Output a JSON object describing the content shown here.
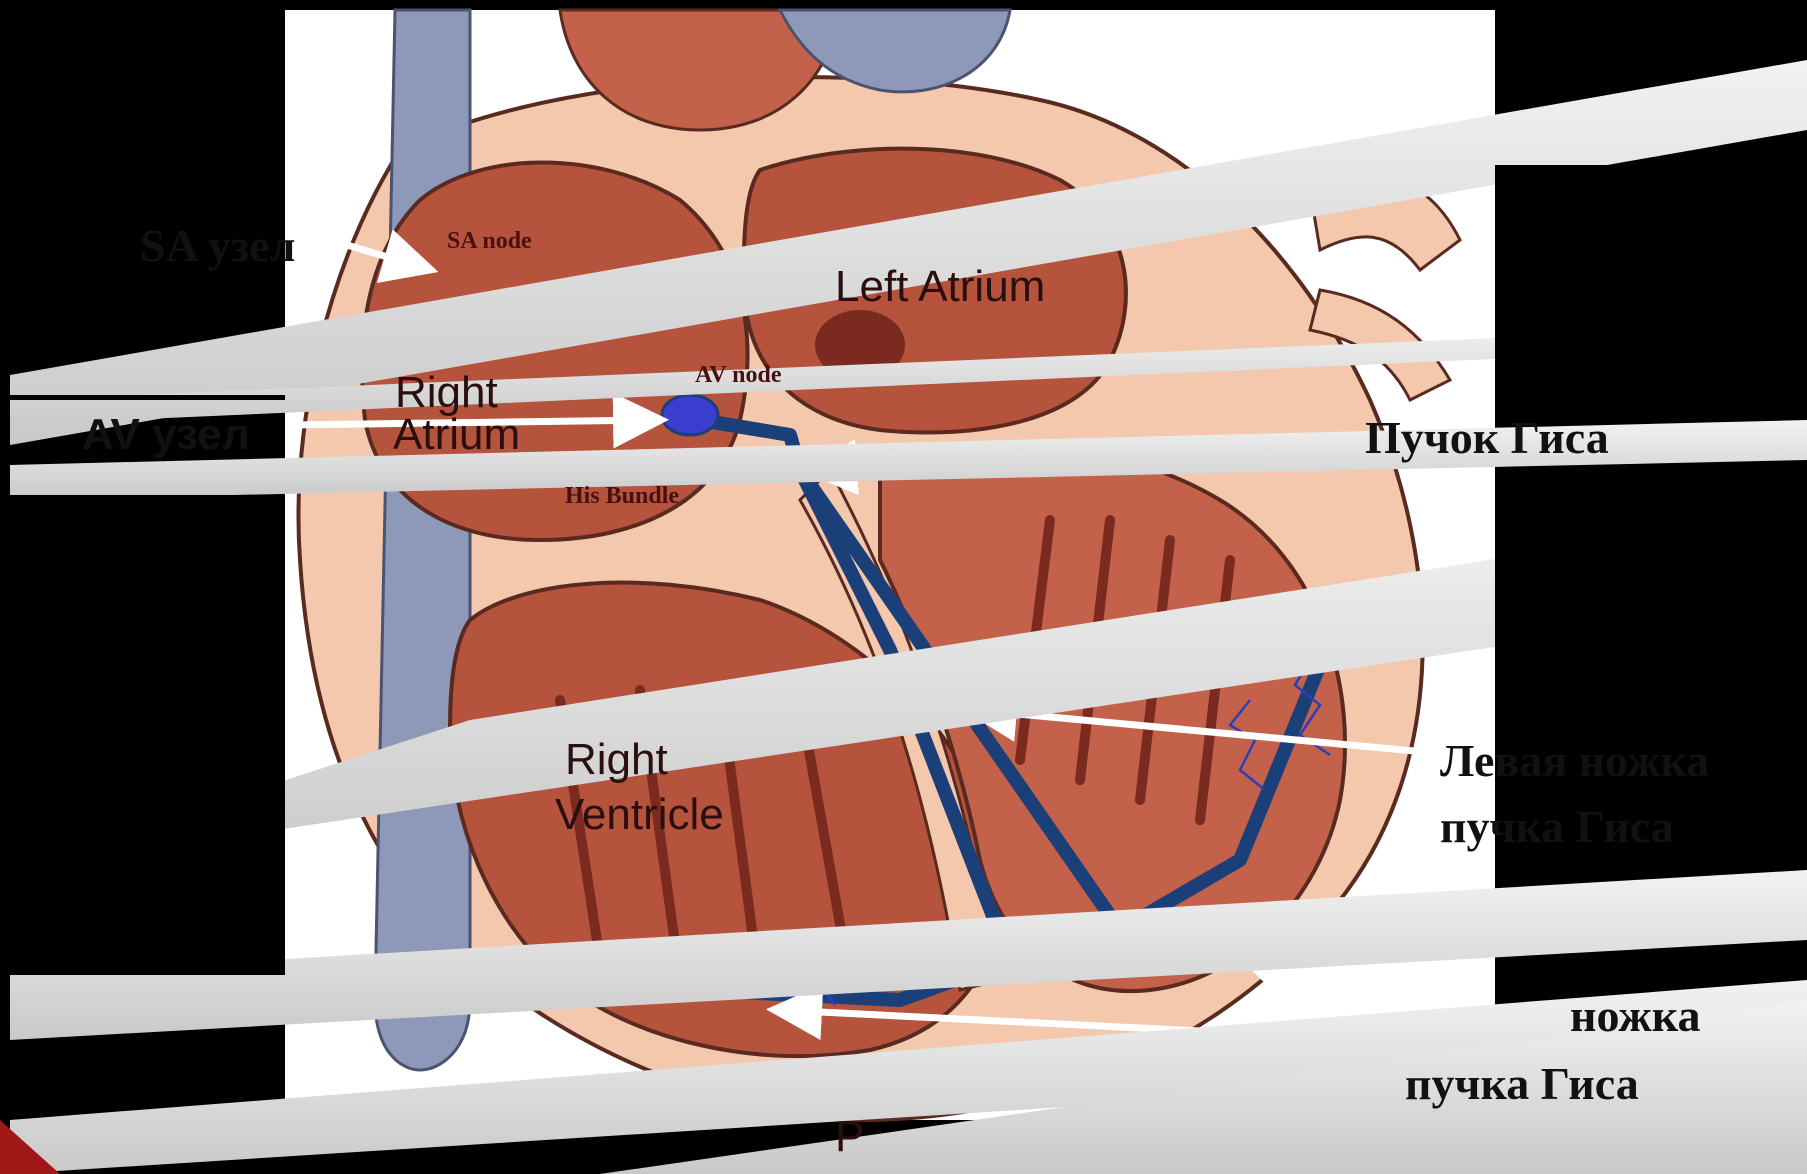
{
  "labels": {
    "sa_node_ru": "SA узел",
    "av_node_ru": "AV узел",
    "his_bundle_ru": "Пучок Гиса",
    "left_branch_ru_line1": "Левая ножка",
    "left_branch_ru_line2": "пучка Гиса",
    "right_branch_ru_line1": "ножка",
    "right_branch_ru_line2": "пучка Гиса"
  },
  "figure_labels": {
    "sa_node": "SA node",
    "av_node": "AV node",
    "his_bundle": "His Bundle",
    "right_atrium_1": "Right",
    "right_atrium_2": "Atrium",
    "left_atrium": "Left Atrium",
    "right_ventricle_1": "Right",
    "right_ventricle_2": "Ventricle",
    "bottom_partial": "P"
  },
  "colors": {
    "background": "#000000",
    "panel": "#ffffff",
    "muscle": "#b5533c",
    "muscle_dark": "#7a2a1e",
    "tissue": "#f3c8ac",
    "vessel": "#8e98b8",
    "conduction": "#1b3f78",
    "av_node": "#3a3fcf",
    "strip": "#dcdcdc",
    "accent": "#a01818"
  }
}
